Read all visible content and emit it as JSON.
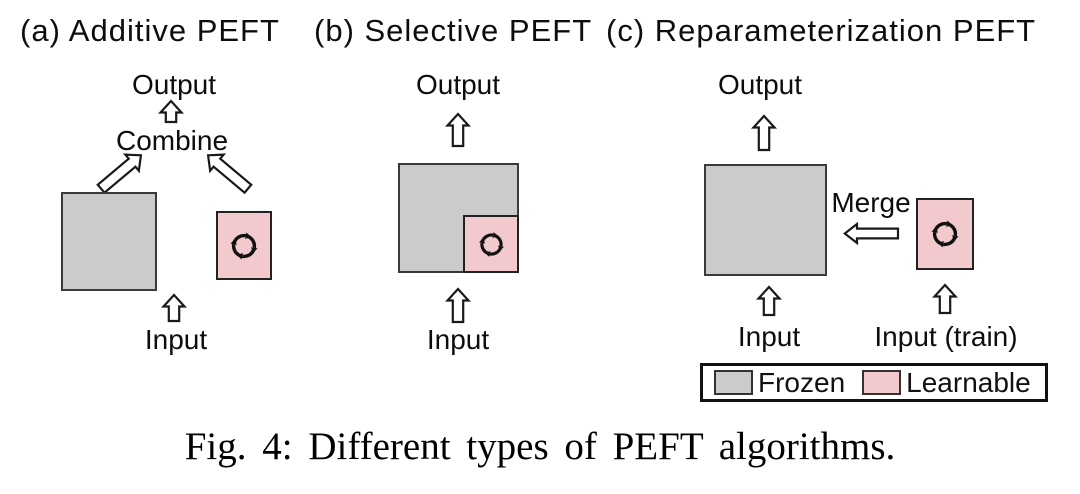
{
  "figure": {
    "caption": "Fig. 4: Different types of PEFT algorithms."
  },
  "panels": [
    {
      "title": "(a) Additive PEFT",
      "output": "Output",
      "combine": "Combine",
      "input": "Input"
    },
    {
      "title": "(b) Selective PEFT",
      "output": "Output",
      "input": "Input"
    },
    {
      "title": "(c) Reparameterization PEFT",
      "output": "Output",
      "merge": "Merge",
      "input": "Input",
      "input_train": "Input (train)"
    }
  ],
  "legend": {
    "frozen_label": "Frozen",
    "learnable_label": "Learnable"
  },
  "colors": {
    "frozen_fill": "#cbcbcb",
    "learnable_fill": "#f2c9cc",
    "outline": "#1a1a1a",
    "background": "#ffffff"
  },
  "icons": {
    "cycle": "cycle-arrows-icon",
    "up_arrow": "up-arrow-icon",
    "left_arrow": "left-arrow-icon",
    "diagonal_arrow": "diagonal-arrow-icon"
  }
}
